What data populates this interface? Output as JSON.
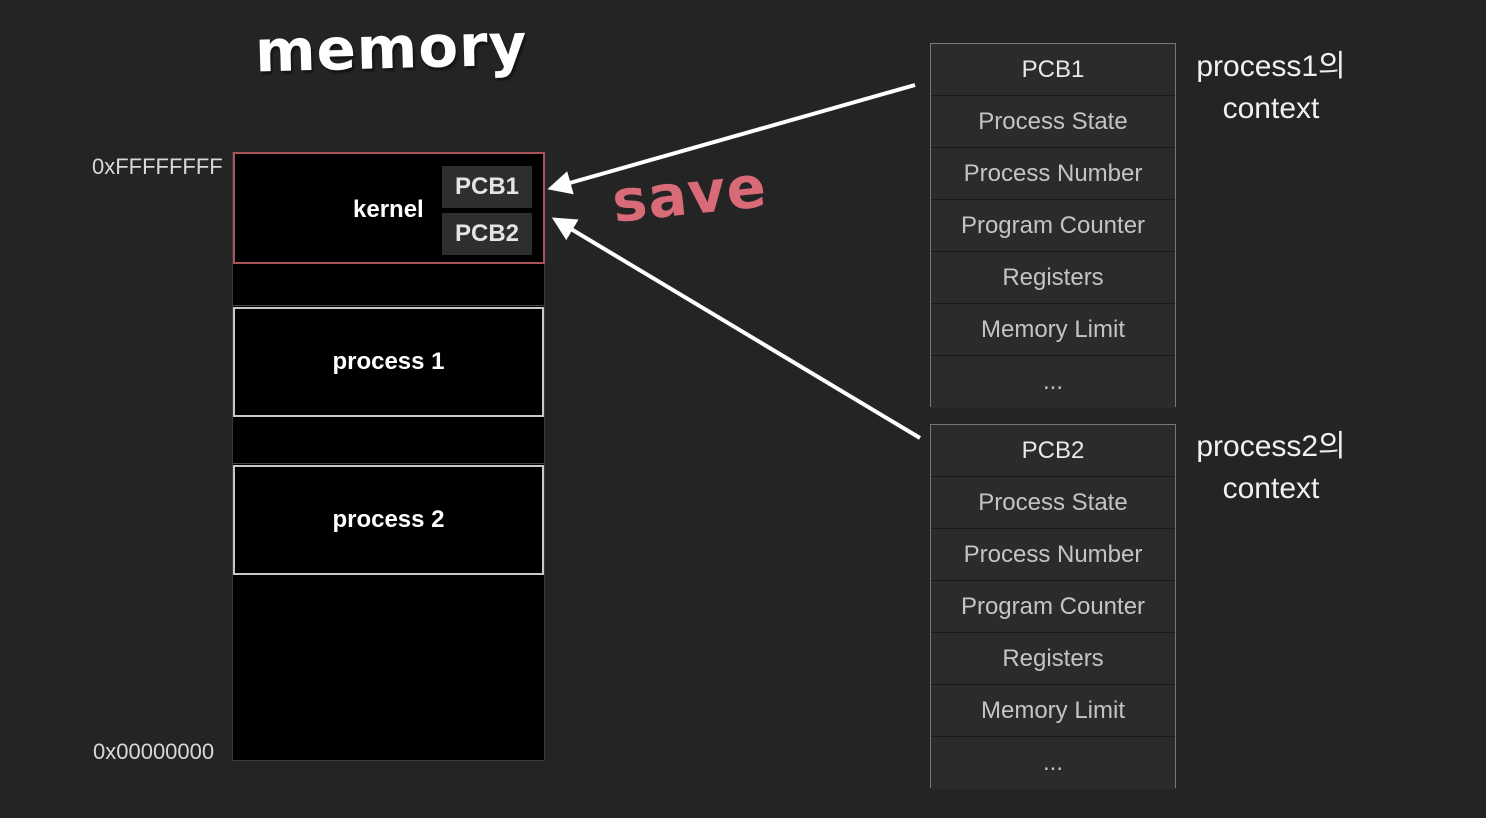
{
  "title": "memory",
  "addresses": {
    "high": "0xFFFFFFFF",
    "low": "0x00000000"
  },
  "memory": {
    "kernel": {
      "label": "kernel",
      "pcbs": [
        "PCB1",
        "PCB2"
      ]
    },
    "process1": "process 1",
    "process2": "process 2"
  },
  "save_label": "save",
  "pcb_tables": [
    {
      "rows": [
        "PCB1",
        "Process State",
        "Process Number",
        "Program Counter",
        "Registers",
        "Memory Limit",
        "..."
      ],
      "context_line1": "process1의",
      "context_line2": "context"
    },
    {
      "rows": [
        "PCB2",
        "Process State",
        "Process Number",
        "Program Counter",
        "Registers",
        "Memory Limit",
        "..."
      ],
      "context_line1": "process2의",
      "context_line2": "context"
    }
  ],
  "colors": {
    "background": "#242424",
    "kernel_border": "#a8525a",
    "save": "#d96a78",
    "arrow": "#ffffff"
  }
}
